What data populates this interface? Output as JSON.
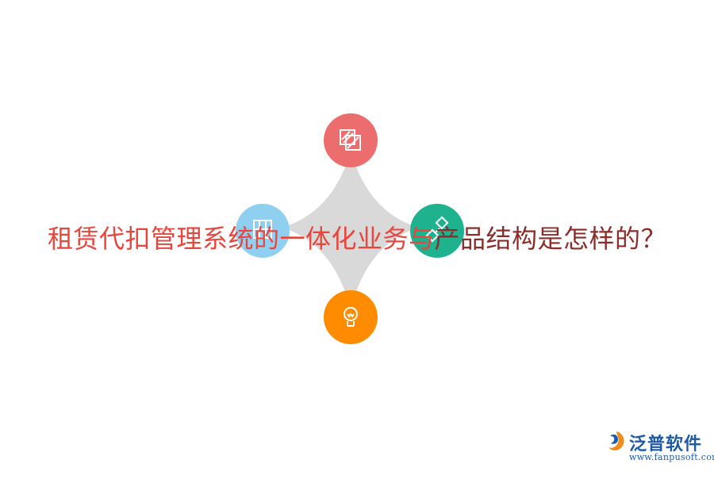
{
  "title": {
    "part1": "租赁代扣管理系统的一体化业务与",
    "part2": "产品结构是怎样的？"
  },
  "colors": {
    "title_red": "#e8453c",
    "title_dark": "#8b2d2a",
    "star": "#d9d9d9",
    "top_circle": "#ec6d6d",
    "right_circle": "#1fb28f",
    "bottom_circle": "#ff8c00",
    "left_circle": "#8fcff0"
  },
  "icons": {
    "top": "layers-icon",
    "right": "link-icon",
    "bottom": "lightbulb-icon",
    "left": "grid-icon"
  },
  "logo": {
    "brand": "泛普软件",
    "url": "www.fanpusoft.com"
  }
}
